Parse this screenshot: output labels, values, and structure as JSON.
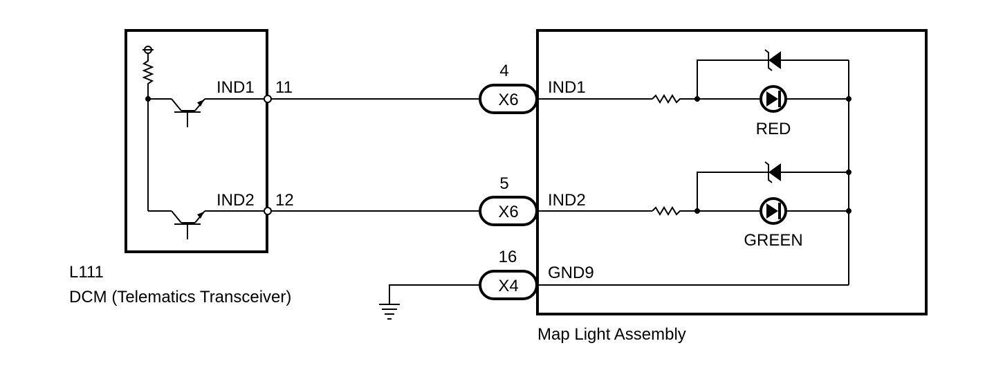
{
  "dcm": {
    "code": "L111",
    "name": "DCM (Telematics Transceiver)",
    "pins": [
      {
        "signal": "IND1",
        "number": "11"
      },
      {
        "signal": "IND2",
        "number": "12"
      }
    ]
  },
  "connectors": [
    {
      "pin": "4",
      "code": "X6",
      "signal": "IND1"
    },
    {
      "pin": "5",
      "code": "X6",
      "signal": "IND2"
    },
    {
      "pin": "16",
      "code": "X4",
      "signal": "GND9"
    }
  ],
  "map_light": {
    "name": "Map Light Assembly",
    "leds": [
      "RED",
      "GREEN"
    ]
  }
}
